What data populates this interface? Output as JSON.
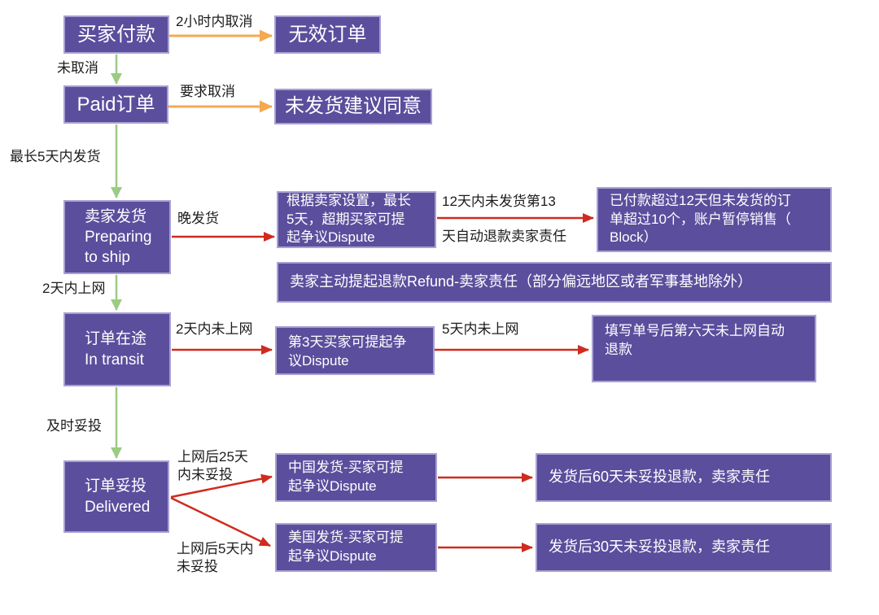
{
  "diagram": {
    "colors": {
      "node_fill": "#5b4e9d",
      "node_border": "#a9a0d2",
      "node_text": "#ffffff",
      "label_text": "#1c1c1c",
      "arrow_orange": "#f4a950",
      "arrow_green": "#9ccb84",
      "arrow_red": "#cf2b1e"
    },
    "nodes": {
      "buyer_payment": {
        "text": "买家付款"
      },
      "invalid_order": {
        "text": "无效订单"
      },
      "paid_order": {
        "text": "Paid订单"
      },
      "not_shipped_suggest_agree": {
        "text": "未发货建议同意"
      },
      "seller_ship": {
        "text": "卖家发货\nPreparing\nto ship"
      },
      "seller_setting_dispute": {
        "text": "根据卖家设置，最长\n5天，超期买家可提\n起争议Dispute"
      },
      "account_block": {
        "text": "已付款超过12天但未发货的订\n单超过10个，账户暂停销售（\nBlock）"
      },
      "seller_refund_band": {
        "text": "卖家主动提起退款Refund-卖家责任（部分偏远地区或者军事基地除外）"
      },
      "in_transit": {
        "text": "订单在途\nIn transit"
      },
      "day3_dispute": {
        "text": "第3天买家可提起争\n议Dispute"
      },
      "auto_refund_day6": {
        "text": "填写单号后第六天未上网自动\n退款"
      },
      "delivered": {
        "text": "订单妥投\nDelivered"
      },
      "china_dispute": {
        "text": "中国发货-买家可提\n起争议Dispute"
      },
      "refund_60d": {
        "text": "发货后60天未妥投退款，卖家责任"
      },
      "us_dispute": {
        "text": "美国发货-买家可提\n起争议Dispute"
      },
      "refund_30d": {
        "text": "发货后30天未妥投退款，卖家责任"
      }
    },
    "edge_labels": {
      "cancel_2h": "2小时内取消",
      "not_cancelled": "未取消",
      "request_cancel": "要求取消",
      "ship_within_5d": "最长5天内发货",
      "late_ship": "晚发货",
      "no_ship_12d_line1": "12天内未发货第13",
      "no_ship_12d_line2": "天自动退款卖家责任",
      "online_within_2d": "2天内上网",
      "not_online_2d": "2天内未上网",
      "not_online_5d": "5天内未上网",
      "timely_delivery": "及时妥投",
      "not_delivered_25d": "上网后25天\n内未妥投",
      "not_delivered_5d": "上网后5天内\n未妥投"
    }
  }
}
